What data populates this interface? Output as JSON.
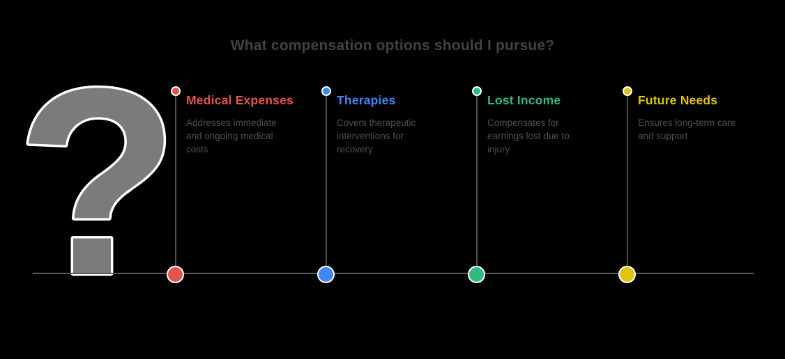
{
  "title": "What compensation options should I pursue?",
  "question_mark": {
    "glyph": "?",
    "fill_color": "#7b7b7b",
    "outline_color": "#ffffff"
  },
  "timeline": {
    "baseline_color": "#5a5b5e",
    "connector_color": "#4e5052"
  },
  "items": [
    {
      "label": "Medical Expenses",
      "color": "#e2544d",
      "description_lines": [
        "Addresses immediate",
        "and ongoing medical",
        "costs"
      ]
    },
    {
      "label": "Therapies",
      "color": "#4285f4",
      "description_lines": [
        "Covers therapeutic",
        "interventions for",
        "recovery"
      ]
    },
    {
      "label": "Lost Income",
      "color": "#31ba80",
      "description_lines": [
        "Compensates for",
        "earnings lost due to",
        "injury"
      ]
    },
    {
      "label": "Future Needs",
      "color": "#e0c414",
      "description_lines": [
        "Ensures long-term care",
        "and support"
      ]
    }
  ]
}
